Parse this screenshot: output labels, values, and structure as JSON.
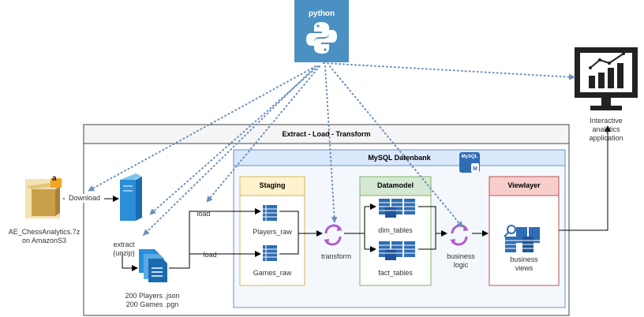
{
  "python": {
    "label": "python"
  },
  "analytics": {
    "label_lines": [
      "Interactive",
      "analytics",
      "application"
    ]
  },
  "outer": {
    "title": "Extract - Load - Transform"
  },
  "mysql": {
    "title": "MySQL Datenbank",
    "badge": "MySQL"
  },
  "staging": {
    "title": "Staging",
    "items": [
      "Players_raw",
      "Games_raw"
    ]
  },
  "datamodel": {
    "title": "Datamodel",
    "items": [
      "dim_tables",
      "fact_tables"
    ]
  },
  "viewlayer": {
    "title": "Viewlayer",
    "item_lines": [
      "business",
      "views"
    ]
  },
  "source": {
    "label_lines": [
      "AE_ChessAnalytics.7z",
      "on AmazonS3"
    ]
  },
  "download": {
    "label": "Download"
  },
  "extract": {
    "label_lines": [
      "extract",
      "(unzip)"
    ]
  },
  "files": {
    "label_lines": [
      "200 Players .json",
      "200 Games .pgn"
    ]
  },
  "load_label": "load",
  "transform": {
    "label": "transform"
  },
  "business_logic": {
    "label_lines": [
      "business",
      "logic"
    ]
  },
  "colors": {
    "python_bg": "#4a90c2",
    "mysql_fill": "#f4f8fd",
    "mysql_header": "#dae8fc",
    "mysql_border": "#6c8ebf",
    "staging_fill": "#fff2cc",
    "staging_border": "#d6b656",
    "datamodel_fill": "#d5e8d4",
    "datamodel_border": "#82b366",
    "viewlayer_fill": "#f8cecc",
    "viewlayer_border": "#b85450",
    "db_icon": "#2f6db5",
    "cycle_icon": "#b05fc9",
    "dotted_line": "#6c8ebf"
  }
}
